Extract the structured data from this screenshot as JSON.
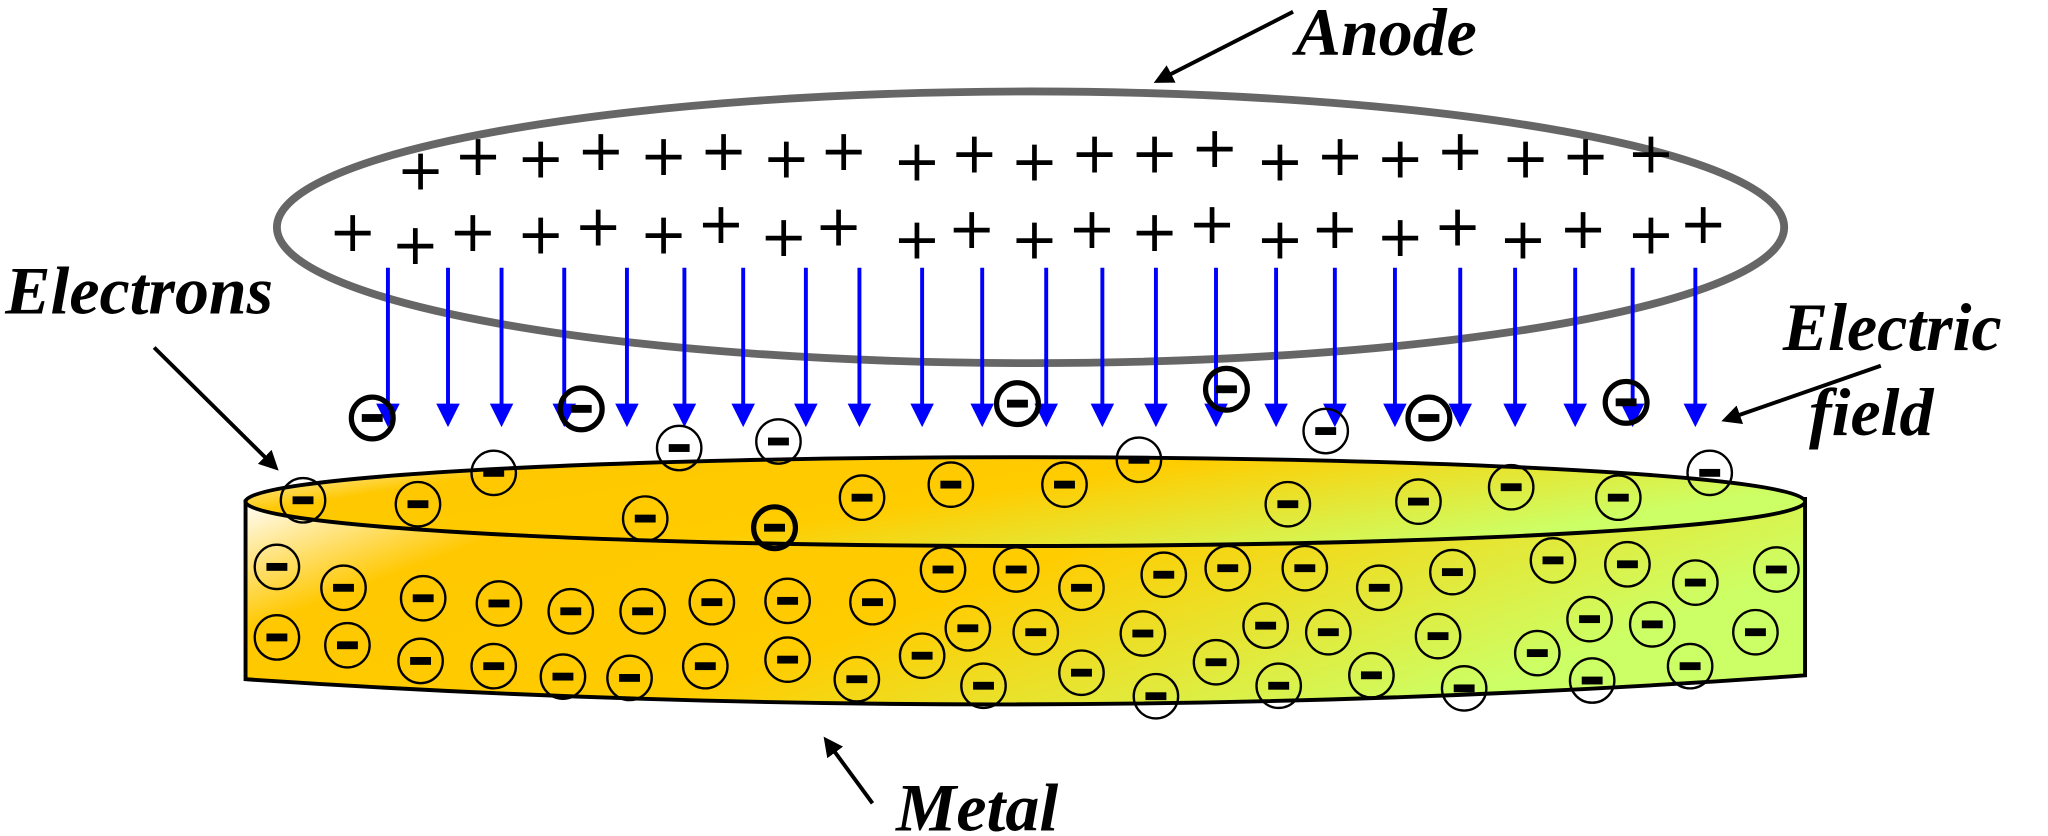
{
  "labels": {
    "anode": "Anode",
    "electrons": "Electrons",
    "electric_line1": "Electric",
    "electric_line2": "field",
    "metal": "Metal"
  },
  "symbols": {
    "positive_charge": "+",
    "negative_charge": "−"
  },
  "colors": {
    "anode_outline": "#666666",
    "field_arrow": "#0000ff",
    "metal_gradient": [
      "#ffffff",
      "#ffc800",
      "#ffcc00",
      "#ccff66"
    ]
  }
}
